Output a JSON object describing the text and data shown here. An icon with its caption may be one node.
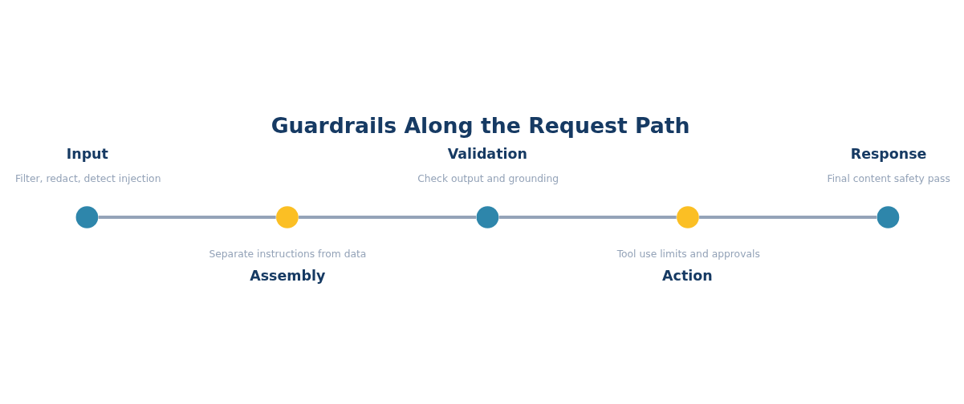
{
  "diagram": {
    "title": "Guardrails Along the Request Path",
    "nodes": [
      {
        "text": [],
        "shape": "circle",
        "beside": [
          "Input",
          "Filter, redact, detect injection"
        ]
      },
      {
        "text": [],
        "shape": "circle",
        "beside": [
          "Separate instructions from data",
          "Assembly"
        ]
      },
      {
        "text": [],
        "shape": "circle",
        "beside": [
          "Validation",
          "Check output and grounding"
        ]
      },
      {
        "text": [],
        "shape": "circle",
        "beside": [
          "Tool use limits and approvals",
          "Action"
        ]
      },
      {
        "text": [],
        "shape": "circle",
        "beside": [
          "Response",
          "Final content safety pass"
        ]
      }
    ],
    "edges": [
      {
        "from": 0,
        "to": 1,
        "arrow": "none"
      },
      {
        "from": 1,
        "to": 2,
        "arrow": "none"
      },
      {
        "from": 2,
        "to": 3,
        "arrow": "none"
      },
      {
        "from": 3,
        "to": 4,
        "arrow": "none"
      }
    ]
  }
}
